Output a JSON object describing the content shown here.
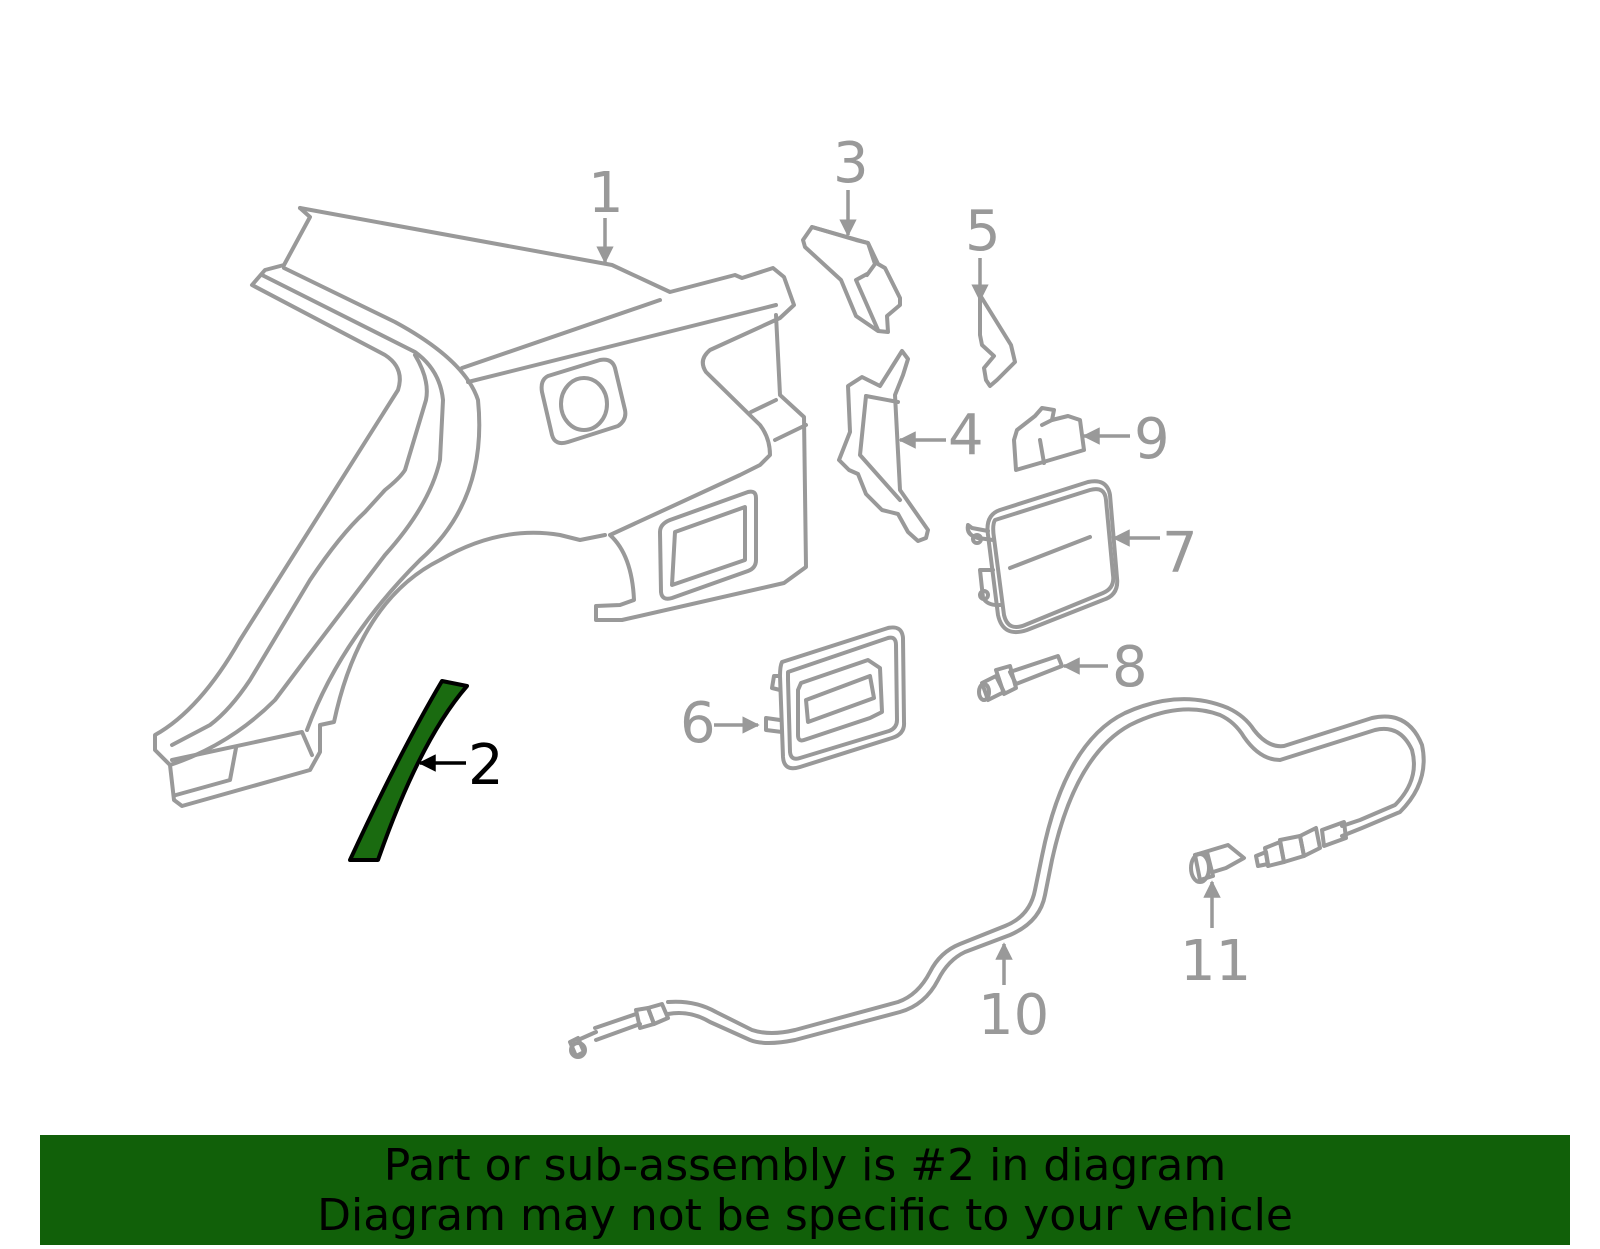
{
  "diagram": {
    "callouts": [
      {
        "id": "1",
        "label": "1"
      },
      {
        "id": "2",
        "label": "2"
      },
      {
        "id": "3",
        "label": "3"
      },
      {
        "id": "4",
        "label": "4"
      },
      {
        "id": "5",
        "label": "5"
      },
      {
        "id": "6",
        "label": "6"
      },
      {
        "id": "7",
        "label": "7"
      },
      {
        "id": "8",
        "label": "8"
      },
      {
        "id": "9",
        "label": "9"
      },
      {
        "id": "10",
        "label": "10"
      },
      {
        "id": "11",
        "label": "11"
      }
    ],
    "highlighted_part": "2"
  },
  "banner": {
    "line1": "Part or sub-assembly is #2 in diagram",
    "line2": "Diagram may not be specific to your vehicle"
  },
  "colors": {
    "highlight_fill": "#1a6b10",
    "banner_bg": "#116009",
    "line_gray": "#999999",
    "text_dark": "#000000"
  }
}
